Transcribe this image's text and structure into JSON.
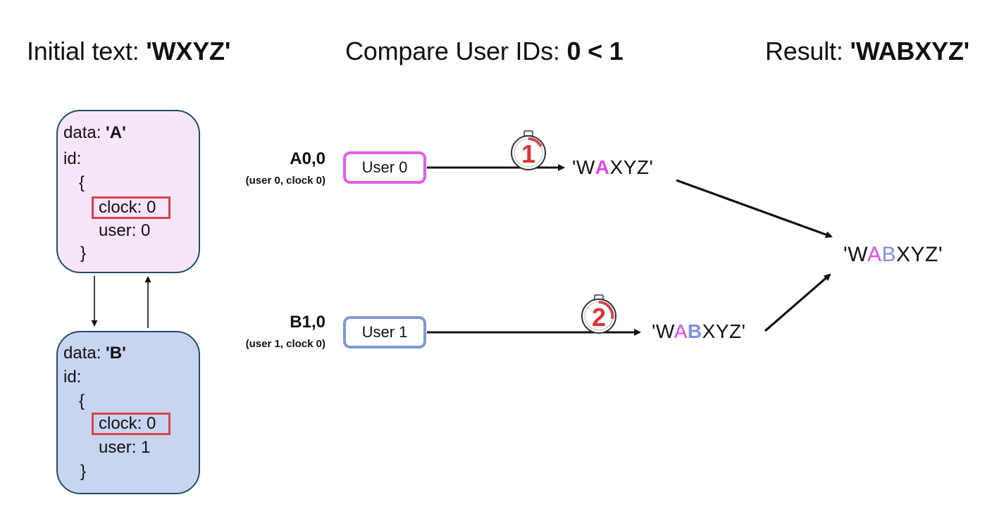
{
  "headings": {
    "initial_label": "Initial text: ",
    "initial_value": "'WXYZ'",
    "compare_label": "Compare User IDs: ",
    "compare_value": "0 < 1",
    "result_label": "Result: ",
    "result_value": "'WABXYZ'"
  },
  "node_a": {
    "data_label": "data: ",
    "data_value": "'A'",
    "id_label": "id:",
    "open_brace": "{",
    "clock": "clock: 0",
    "user": "user: 0",
    "close_brace": "}"
  },
  "node_b": {
    "data_label": "data: ",
    "data_value": "'B'",
    "id_label": "id:",
    "open_brace": "{",
    "clock": "clock: 0",
    "user": "user: 1",
    "close_brace": "}"
  },
  "op_a": {
    "id": "A0,0",
    "sub": "(user 0, clock 0)",
    "user_box": "User 0"
  },
  "op_b": {
    "id": "B1,0",
    "sub": "(user 1, clock 0)",
    "user_box": "User 1"
  },
  "timers": {
    "first": "1",
    "second": "2"
  },
  "results": {
    "after_a": {
      "pre": "'W",
      "a": "A",
      "post": "XYZ'"
    },
    "after_b": {
      "pre": "'W",
      "a": "A",
      "b": "B",
      "post": "XYZ'"
    },
    "final": {
      "pre": "'W",
      "a": "A",
      "b": "B",
      "post": "XYZ'"
    }
  },
  "colors": {
    "node_a_fill": "#f7e5f9",
    "node_b_fill": "#c9d4f1",
    "highlight_red": "#d9434b",
    "user0_accent": "#e55ce6",
    "user1_accent": "#8296db"
  }
}
